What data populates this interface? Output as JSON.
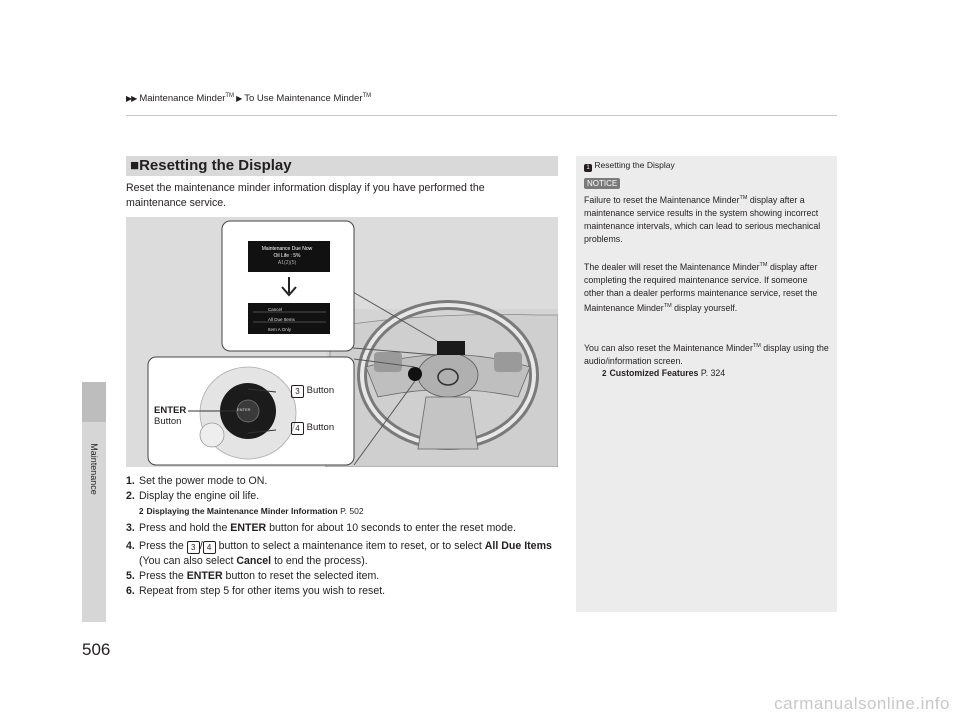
{
  "breadcrumb": {
    "arrows": "▶▶",
    "part1": "Maintenance Minder",
    "tm": "TM",
    "sep": "▶",
    "part2": "To Use Maintenance Minder"
  },
  "side_tab": "Maintenance",
  "page_number": "506",
  "section": {
    "marker": "■",
    "title": "Resetting the Display",
    "intro": "Reset the maintenance minder information display if you have performed the maintenance service."
  },
  "figure": {
    "screen1": {
      "line1": "Maintenance Due Now",
      "line2": "Oil Life :      5%",
      "line3": "A1(2)(5)"
    },
    "screen2": {
      "items": [
        "Cancel",
        "All Due Items",
        "Item A Only"
      ]
    },
    "enter_label": [
      "ENTER",
      "Button"
    ],
    "up_symbol": "3",
    "down_symbol": "4",
    "button_text": "Button",
    "enter_text": "ENTER"
  },
  "steps": [
    {
      "num": "1.",
      "text": "Set the power mode to ON."
    },
    {
      "num": "2.",
      "text": "Display the engine oil life."
    },
    {
      "num": "3.",
      "text_a": "Press and hold the ",
      "bold": "ENTER",
      "text_b": " button for about 10 seconds to enter the reset mode."
    },
    {
      "num": "4.",
      "text_a": "Press the ",
      "text_b": " button to select a maintenance item to reset, or to select ",
      "bold1": "All Due Items",
      "text_c": " (You can also select ",
      "bold2": "Cancel",
      "text_d": " to end the process)."
    },
    {
      "num": "5.",
      "text_a": "Press the ",
      "bold": "ENTER",
      "text_b": " button to reset the selected item."
    },
    {
      "num": "6.",
      "text": "Repeat from step 5 for other items you wish to reset."
    }
  ],
  "step2_ref": {
    "arrow": "2",
    "bold": "Displaying the Maintenance Minder Information",
    "page": " P. 502"
  },
  "notes": {
    "title_icon": "1",
    "title": "Resetting the Display",
    "notice": "NOTICE",
    "p1a": "Failure to reset the Maintenance Minder",
    "p1b": " display after a maintenance service results in the system showing incorrect maintenance intervals, which can lead to serious mechanical problems.",
    "p2a": "The dealer will reset the Maintenance Minder",
    "p2b": " display after completing the required maintenance service. If someone other than a dealer performs maintenance service, reset the Maintenance Minder",
    "p2c": " display yourself.",
    "p3a": "You can also reset the Maintenance Minder",
    "p3b": " display using the audio/information screen.",
    "ref_arrow": "2",
    "ref_bold": "Customized Features",
    "ref_page": " P. 324",
    "tm": "TM"
  },
  "watermark": "carmanualsonline.info",
  "colors": {
    "header_bar": "#d9d9d9",
    "notes_bg": "#ececec",
    "tab": "#bdbdbd",
    "notice_bg": "#7a7a7a"
  }
}
